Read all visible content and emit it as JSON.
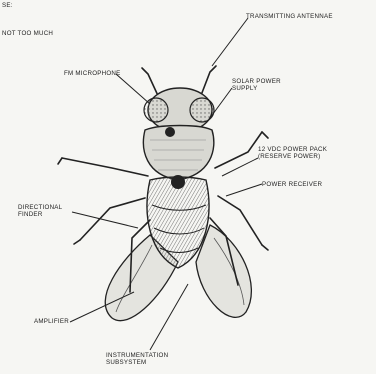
{
  "header": {
    "line1": "SE:",
    "line2": "NOT TOO MUCH"
  },
  "labels": {
    "transmitting_antennae": "TRANSMITTING ANTENNAE",
    "fm_microphone": "FM MICROPHONE",
    "solar_power_supply": "SOLAR POWER\nSUPPLY",
    "power_pack": "12 VDC POWER PACK\n(RESERVE POWER)",
    "power_receiver": "POWER RECEIVER",
    "directional_finder": "DIRECTIONAL\nFINDER",
    "amplifier": "AMPLIFIER",
    "instrumentation_subsystem": "INSTRUMENTATION\nSUBSYSTEM"
  },
  "colors": {
    "ink": "#222222",
    "background": "#f6f6f3",
    "body_fill": "#d8d8d2",
    "wing_fill": "#e4e4df"
  }
}
